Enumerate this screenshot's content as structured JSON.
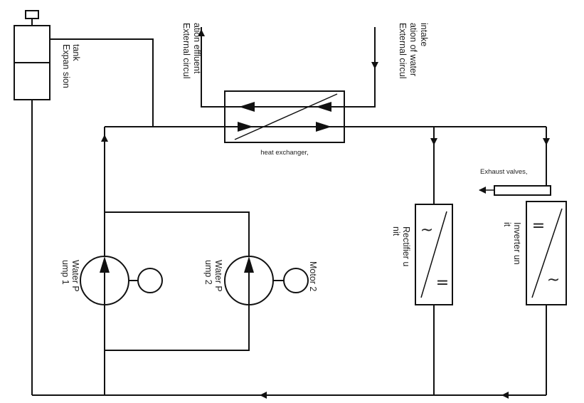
{
  "labels": {
    "expansion_tank": [
      "Expan sion",
      "tank"
    ],
    "external_effluent": [
      "External circul",
      "ation effluent"
    ],
    "external_intake": [
      "External circul",
      "ation of water",
      "intake"
    ],
    "heat_exchanger": "heat exchanger,",
    "exhaust_valve": "Exhaust valves,",
    "rectifier": [
      "Rectifier u",
      "nit"
    ],
    "inverter": [
      "Inverter un",
      "it"
    ],
    "water_pump_1": [
      "Water P",
      "ump 1"
    ],
    "water_pump_2": [
      "Water P",
      "ump 2"
    ],
    "motor_2": "Motor 2"
  },
  "symbols": {
    "ac": "~",
    "dc": "="
  },
  "colors": {
    "line": "#111111",
    "text": "#222222",
    "background": "#ffffff"
  }
}
